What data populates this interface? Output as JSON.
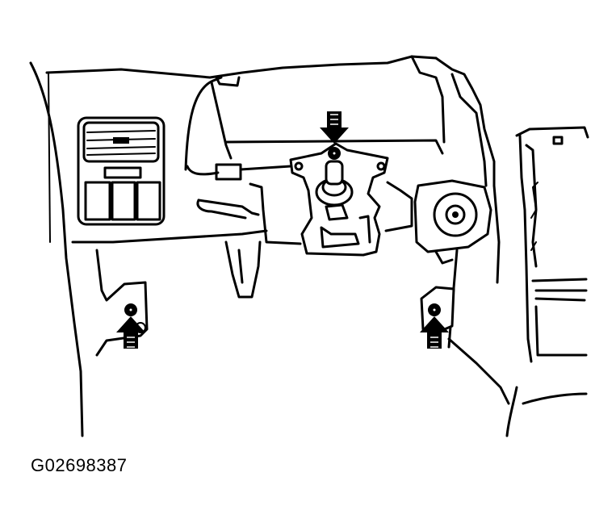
{
  "figure": {
    "id_label": "G02698387"
  },
  "callouts": [
    {
      "name": "steering-column-top-bolt",
      "direction": "down"
    },
    {
      "name": "left-lower-bracket-bolt",
      "direction": "up"
    },
    {
      "name": "right-lower-bracket-bolt",
      "direction": "up"
    }
  ],
  "colors": {
    "line": "#000000",
    "background": "#ffffff"
  }
}
